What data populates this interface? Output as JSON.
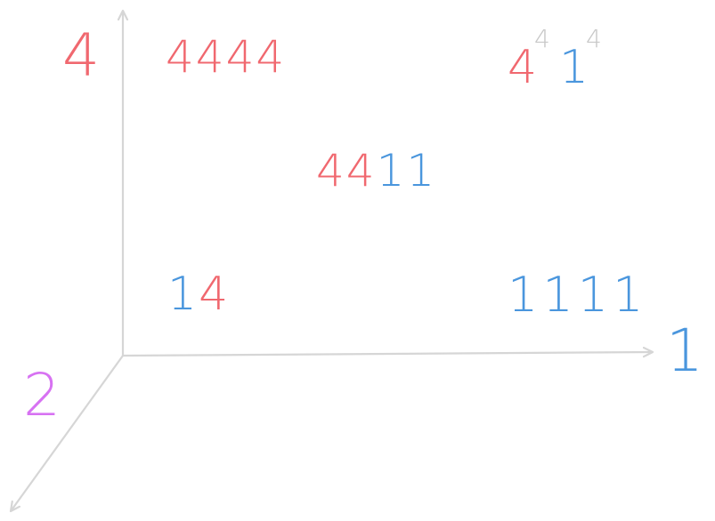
{
  "axes": {
    "y_label": "4",
    "x_label": "1",
    "z_label": "2"
  },
  "points": {
    "all_fours": {
      "red": "4444"
    },
    "mixed": {
      "red": "44",
      "blue": "11"
    },
    "one_four": {
      "blue": "1",
      "red": "4"
    },
    "all_ones": {
      "blue": "1111"
    },
    "powers": {
      "base1": "4",
      "exp1": "4",
      "base2": "1",
      "exp2": "4"
    }
  },
  "colors": {
    "red": "#f0686f",
    "blue": "#4a96dd",
    "purple": "#d772f2",
    "axis": "#d6d6d6",
    "exponent": "#c8c8c8"
  }
}
